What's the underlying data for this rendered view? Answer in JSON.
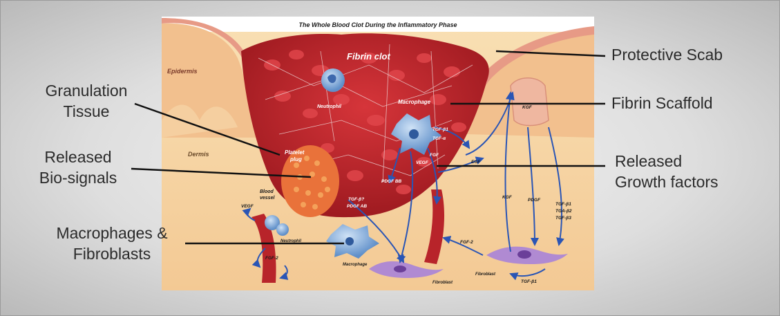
{
  "diagram": {
    "title": "The Whole Blood Clot During the Inflammatory Phase",
    "tissue_labels": {
      "epidermis": "Epidermis",
      "dermis": "Dermis",
      "fibrin_clot": "Fibrin clot",
      "neutrophil_top": "Neutrophil",
      "macrophage_top": "Macrophage",
      "platelet_plug_1": "Platelet",
      "platelet_plug_2": "plug",
      "blood_vessel_1": "Blood",
      "blood_vessel_2": "vessel",
      "neutrophil_bottom": "Neutrophil",
      "macrophage_bottom": "Macrophage",
      "fibroblast_bottom": "Fibroblast",
      "fibroblast_right": "Fibroblast"
    },
    "signal_labels": {
      "tgf_b1_top": "TGF-β1",
      "tgf_a_top": "TGF-α",
      "fgf_top": "FGF",
      "vegf_top": "VEGF",
      "pdgf_bb": "PDGF BB",
      "tgf_b_bottom": "TGF-β?",
      "pdgf_ab": "PDGF AB",
      "vegf_left": "VEGF",
      "fgf2_left": "FGF-2",
      "fgf2_mid": "FGF-2",
      "kgf_right": "KGF",
      "pdgf_right": "PDGF",
      "tgf_b1": "TGF-β1",
      "tgf_b2": "TGA-β2",
      "tgf_b3": "TGF-β3",
      "tgf_b1_bottom": "TGF-β1",
      "kgf_follicle": "KGF",
      "egf": "EGF"
    }
  },
  "callouts": {
    "protective_scab": "Protective Scab",
    "fibrin_scaffold": "Fibrin Scaffold",
    "granulation_tissue": [
      "Granulation",
      "Tissue"
    ],
    "released_bio_signals": [
      "Released",
      "Bio-signals"
    ],
    "released_growth_factors": [
      "Released",
      "Growth factors"
    ],
    "macrophages_fibroblasts": [
      "Macrophages &",
      "Fibroblasts"
    ]
  },
  "colors": {
    "clot_red": "#c2242a",
    "dermis": "#f7d7a6",
    "epidermis": "#e9a08c",
    "signal_arrow": "#2a55b5",
    "fibroblast": "#9a6bc0",
    "cell_blue": "#7ba8dc"
  }
}
